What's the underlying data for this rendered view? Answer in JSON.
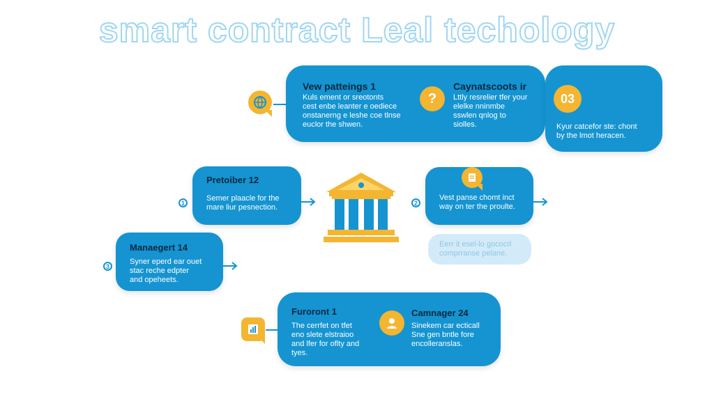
{
  "title": "smart contract Leal techology",
  "colors": {
    "blue": "#1594d1",
    "yellow": "#f4b531",
    "dark_text": "#0b2740",
    "faded": "#d3ebf8"
  },
  "top_card": {
    "col1_title": "Vew patteings 1",
    "col1_text": "Kuls ement or sreotonts\ncest enbe leanter e oediece\nonstanerng e leshe coe tlnse\neuclor the shwen.",
    "col2_title": "Caynatscoots ir",
    "col2_text": "Lttly resrelier tfer your\nelelke nninmbe\nsswlen qnlog to\nsiolles.",
    "col3_number": "03",
    "col3_text": "Kyur catcefor ste: chont\nby the lmot heracen."
  },
  "mid_left_card": {
    "title": "Pretoiber 12",
    "text": "Semer plaacle for the\nmare liur pesnection."
  },
  "mid_right_card": {
    "text": "Vest panse chomt inct\nway on ter the proulte."
  },
  "faded_card": {
    "text": "Eerr it esel-lo gococrl\ncomprranse pelane."
  },
  "left_card": {
    "title": "Manaegert 14",
    "text": "Syner eperd ear ouet\nstac reche edpter\nand opeheets."
  },
  "bottom_card": {
    "col1_title": "Furoront 1",
    "col1_text": "The cerrfet on tfet\neno slete elstraioo\nand lfer for oflty and\ntyes.",
    "col2_title": "Camnager 24",
    "col2_text": "Sinekem car ecticall\nSne gen bntle fore\nencolleranslas."
  },
  "step_labels": {
    "one": "1",
    "two": "2",
    "three": "3"
  },
  "icons": {
    "globe": "globe-icon",
    "question": "question-icon",
    "bank": "bank-building-icon",
    "document": "document-icon",
    "person": "person-icon",
    "chart": "chart-icon"
  }
}
